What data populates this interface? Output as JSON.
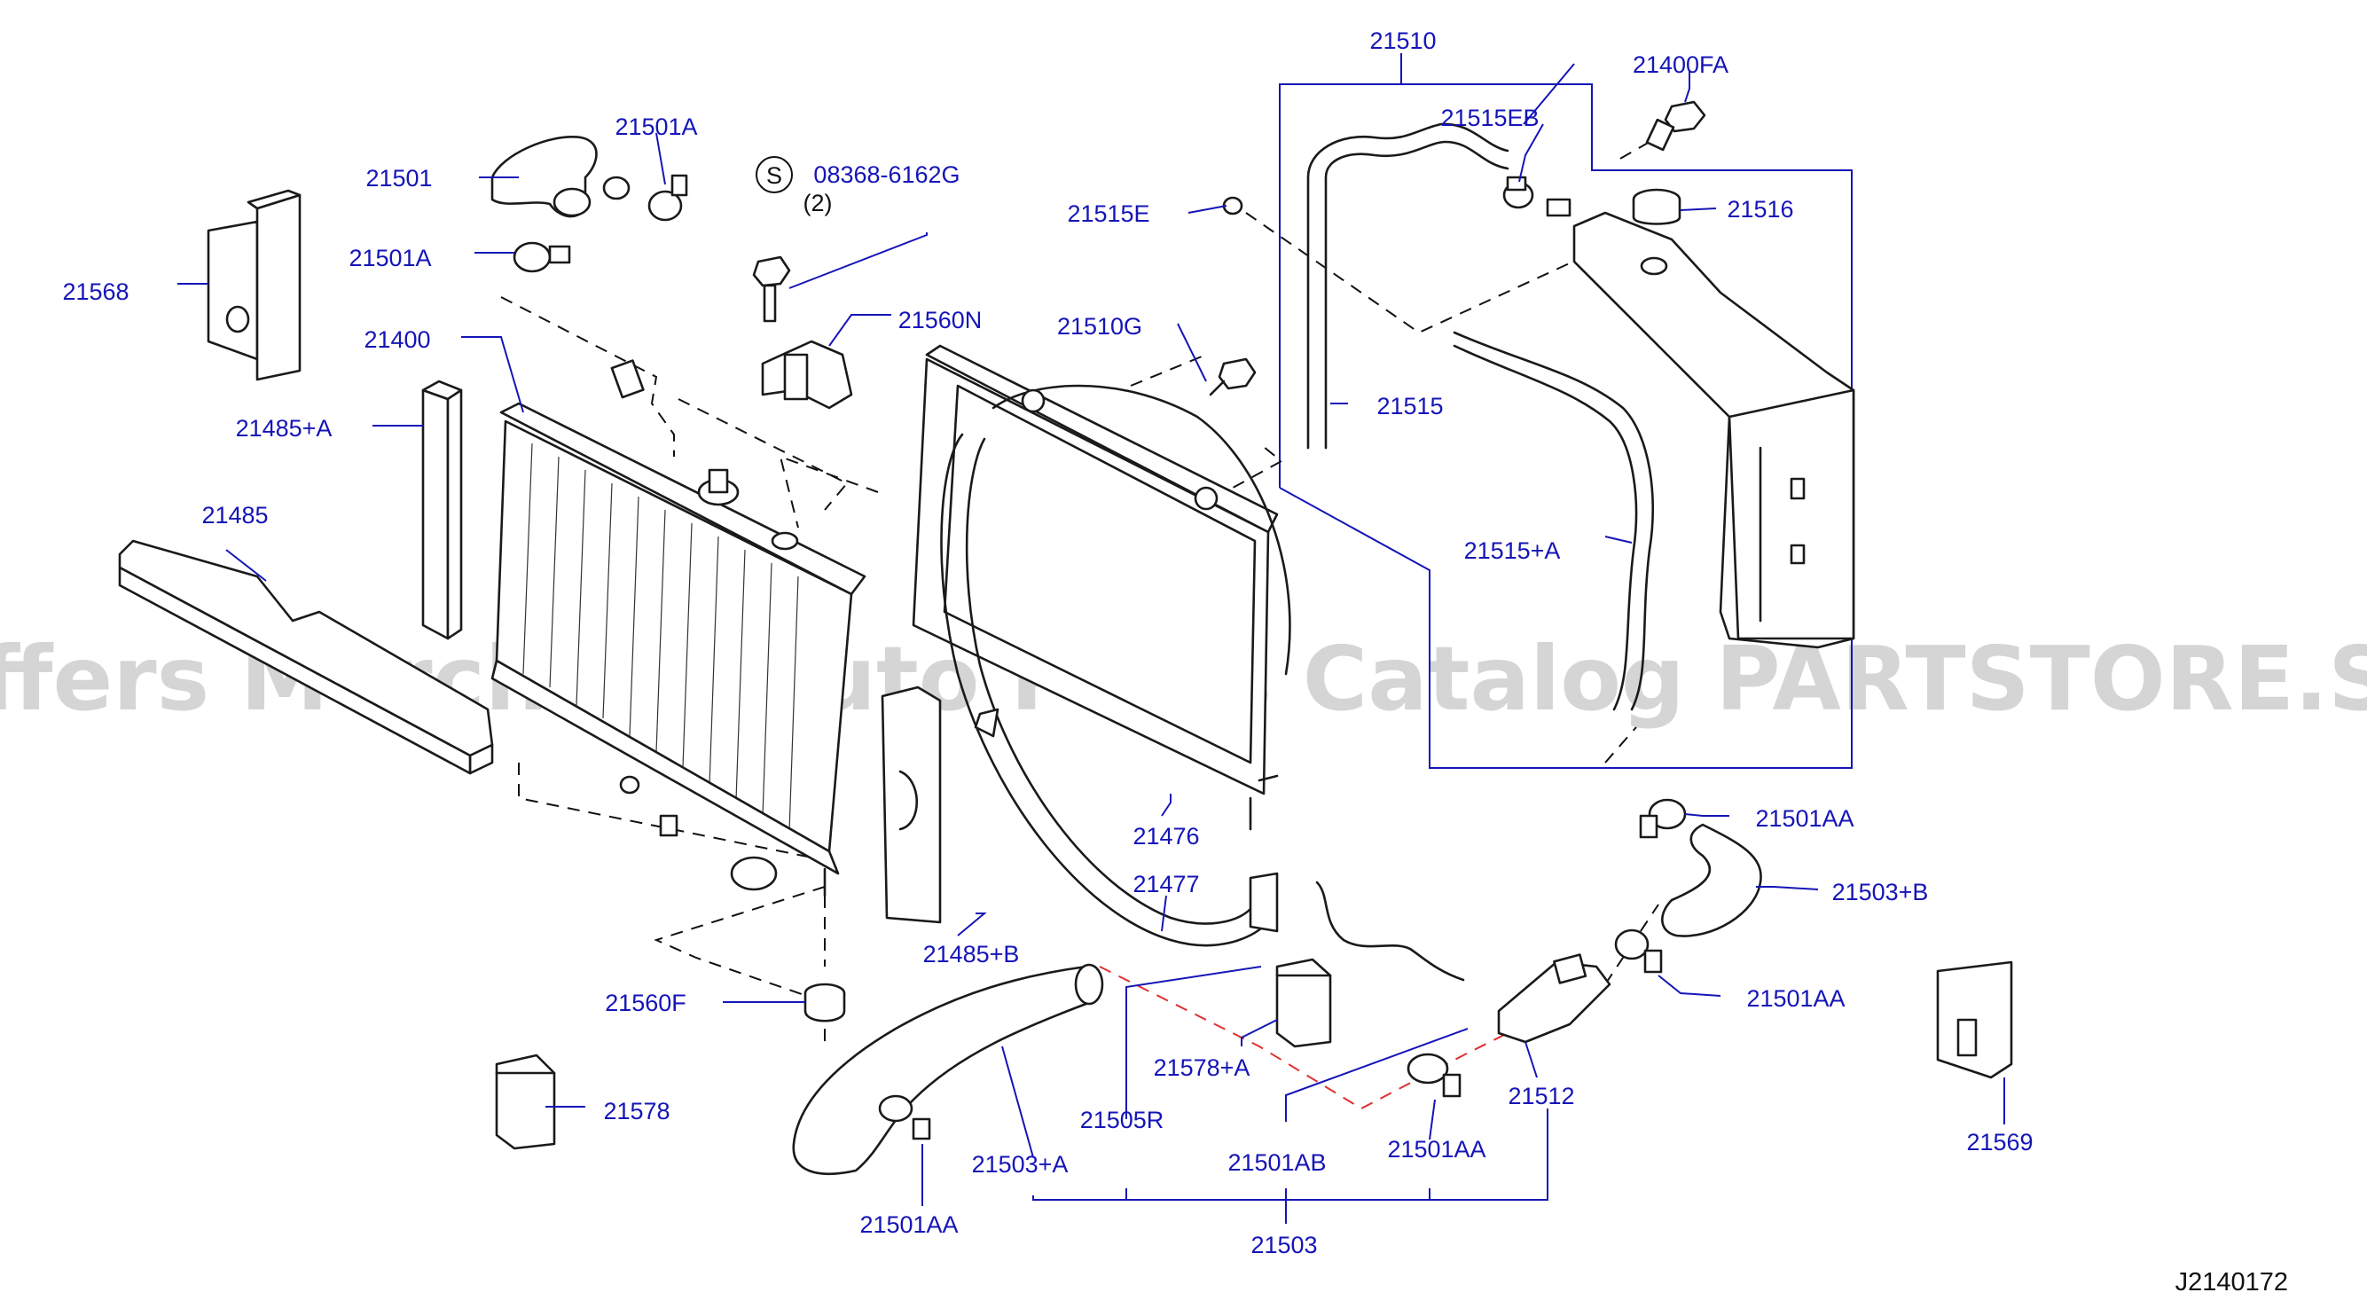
{
  "diagram": {
    "reference_code": "J2140172",
    "watermark": "Offers Merchant Auto Parts Catalog PARTSTORE.SA",
    "screw_symbol": "S",
    "callouts": {
      "c21510": "21510",
      "c21400FA": "21400FA",
      "c21515EB": "21515EB",
      "c21515E": "21515E",
      "c21516": "21516",
      "c21501A_top": "21501A",
      "c21501": "21501",
      "c21501A_mid": "21501A",
      "c21568": "21568",
      "c08368": "08368-6162G",
      "c08368_qty": "(2)",
      "c21560N": "21560N",
      "c21510G": "21510G",
      "c21515": "21515",
      "c21400": "21400",
      "c21485A": "21485+A",
      "c21485": "21485",
      "c21515A": "21515+A",
      "c21476": "21476",
      "c21501AA_r1": "21501AA",
      "c21503B": "21503+B",
      "c21477": "21477",
      "c21485B": "21485+B",
      "c21501AA_r2": "21501AA",
      "c21560F": "21560F",
      "c21578A": "21578+A",
      "c21512": "21512",
      "c21578": "21578",
      "c21505R": "21505R",
      "c21501AB": "21501AB",
      "c21501AA_mid": "21501AA",
      "c21569": "21569",
      "c21503A": "21503+A",
      "c21501AA_bot": "21501AA",
      "c21503": "21503"
    }
  }
}
